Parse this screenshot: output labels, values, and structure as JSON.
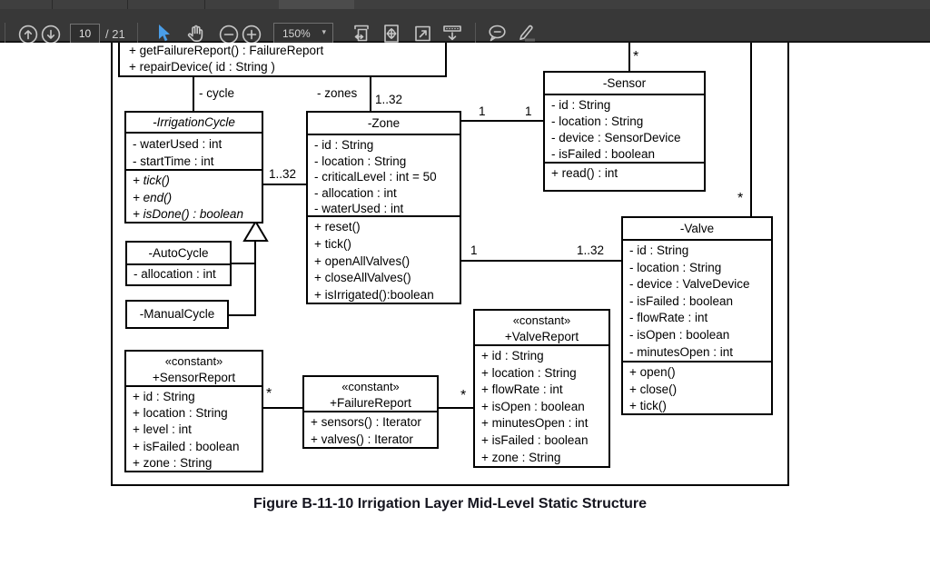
{
  "toolbar": {
    "page_input": "10",
    "page_count": "/ 21",
    "zoom_value": "150%",
    "icons": [
      "previous-page",
      "next-page",
      "select-tool",
      "hand-tool",
      "zoom-out",
      "zoom-in",
      "zoom-level-select",
      "fit-width",
      "fit-page",
      "actual-size",
      "read-mode",
      "comment",
      "highlight"
    ]
  },
  "diagram": {
    "caption": "Figure B-11-10 Irrigation Layer Mid-Level Static Structure",
    "classes": [
      {
        "id": "irrigation-layer-partial",
        "stereotype": "",
        "title": "",
        "attributes": [],
        "methods": [
          "+ getFailureReport() : FailureReport",
          "+ repairDevice( id : String )"
        ]
      },
      {
        "id": "irrigation-cycle",
        "stereotype": "",
        "title": "-IrrigationCycle",
        "attributes": [
          "- waterUsed : int",
          "- startTime : int"
        ],
        "methods": [
          "+ tick()",
          "+ end()",
          "+ isDone() : boolean"
        ]
      },
      {
        "id": "zone",
        "stereotype": "",
        "title": "-Zone",
        "attributes": [
          "- id : String",
          "- location : String",
          "- criticalLevel : int = 50",
          "- allocation : int",
          "- waterUsed : int"
        ],
        "methods": [
          "+ reset()",
          "+ tick()",
          "+ openAllValves()",
          "+ closeAllValves()",
          "+ isIrrigated():boolean"
        ]
      },
      {
        "id": "sensor",
        "stereotype": "",
        "title": "-Sensor",
        "attributes": [
          "- id : String",
          "- location : String",
          "- device : SensorDevice",
          "- isFailed : boolean"
        ],
        "methods": [
          "+ read() : int"
        ]
      },
      {
        "id": "valve",
        "stereotype": "",
        "title": "-Valve",
        "attributes": [
          "- id : String",
          "- location : String",
          "- device : ValveDevice",
          "- isFailed : boolean",
          "- flowRate : int",
          "- isOpen : boolean",
          "- minutesOpen : int"
        ],
        "methods": [
          "+ open()",
          "+ close()",
          "+ tick()"
        ]
      },
      {
        "id": "auto-cycle",
        "stereotype": "",
        "title": "-AutoCycle",
        "attributes": [
          "- allocation : int"
        ],
        "methods": []
      },
      {
        "id": "manual-cycle",
        "stereotype": "",
        "title": "-ManualCycle",
        "attributes": [],
        "methods": []
      },
      {
        "id": "sensor-report",
        "stereotype": "«constant»",
        "title": "+SensorReport",
        "attributes": [
          "+ id : String",
          "+ location : String",
          "+ level : int",
          "+ isFailed : boolean",
          "+ zone : String"
        ],
        "methods": []
      },
      {
        "id": "failure-report",
        "stereotype": "«constant»",
        "title": "+FailureReport",
        "attributes": [],
        "methods": [
          "+ sensors() : Iterator",
          "+ valves() : Iterator"
        ]
      },
      {
        "id": "valve-report",
        "stereotype": "«constant»",
        "title": "+ValveReport",
        "attributes": [
          "+ id : String",
          "+ location : String",
          "+ flowRate : int",
          "+ isOpen : boolean",
          "+ minutesOpen : int",
          "+ isFailed : boolean",
          "+ zone : String"
        ],
        "methods": []
      }
    ],
    "labels": [
      {
        "text": "- cycle"
      },
      {
        "text": "- zones"
      },
      {
        "text": "1..32"
      },
      {
        "text": "1..32"
      },
      {
        "text": "1"
      },
      {
        "text": "1"
      },
      {
        "text": "1"
      },
      {
        "text": "1..32"
      },
      {
        "text": "*"
      },
      {
        "text": "*"
      },
      {
        "text": "*"
      },
      {
        "text": "*"
      }
    ]
  }
}
